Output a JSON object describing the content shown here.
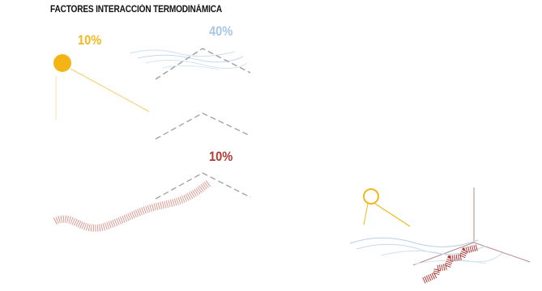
{
  "title": "FACTORES INTERACCIÓN TERMODINÁMICA",
  "factors": [
    {
      "id": "sun",
      "icon": "sun-icon",
      "value": "10%",
      "color": "#f2b81c"
    },
    {
      "id": "wind",
      "icon": "wind-icon",
      "value": "40%",
      "color": "#a9c6e2"
    },
    {
      "id": "wall",
      "icon": "brick-wall-icon",
      "value": "10%",
      "color": "#b23b36"
    }
  ],
  "colors": {
    "roof_line": "#9e9e9e",
    "axis_line": "#b88a88",
    "sun_light": "#f7d77a",
    "wind_light": "#c9dcef",
    "wall_light": "#d9a09b"
  }
}
